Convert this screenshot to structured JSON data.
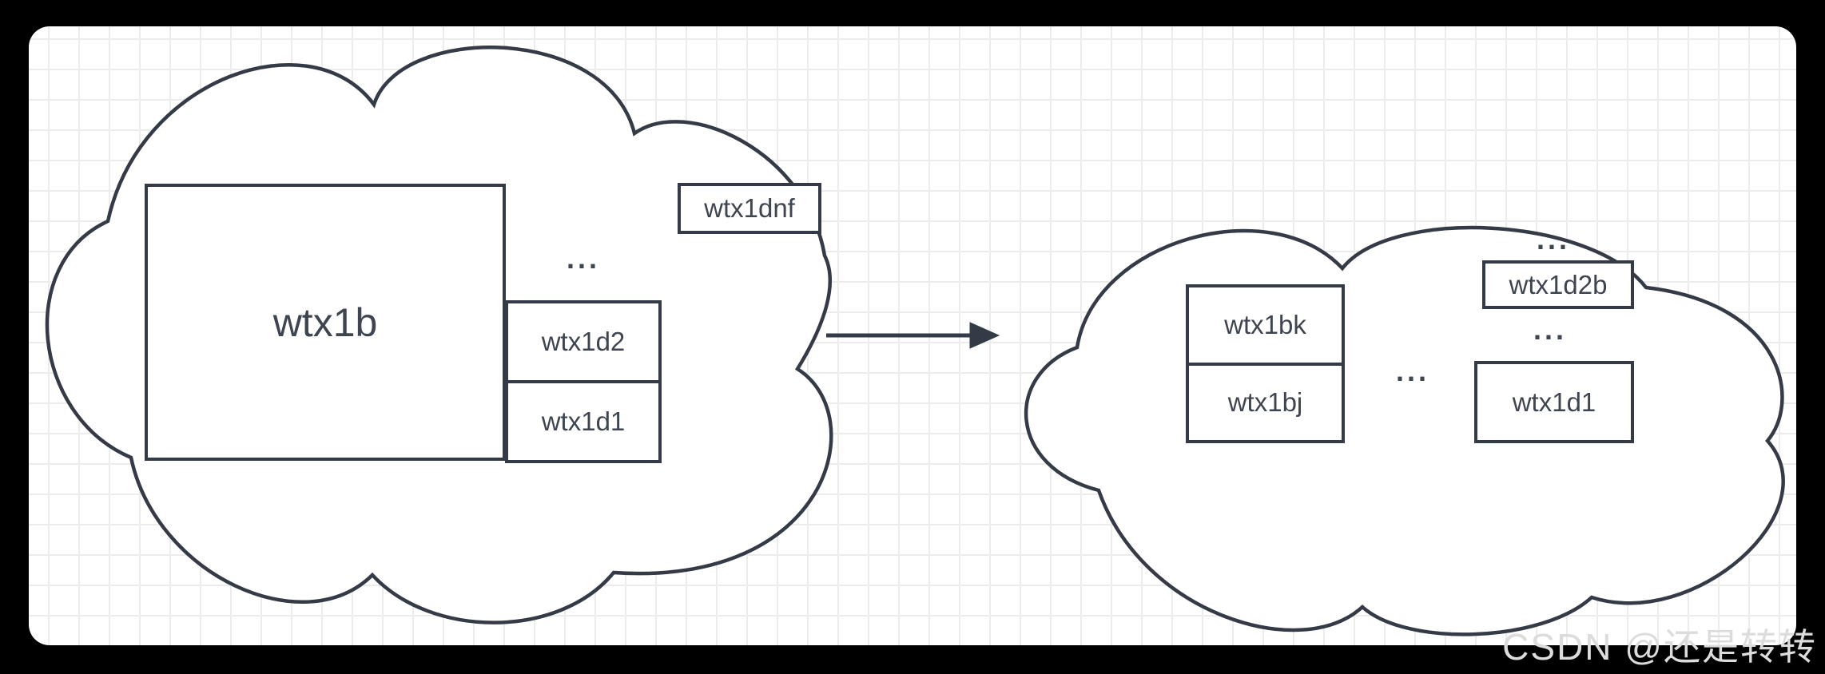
{
  "diagram": {
    "left_cloud": {
      "big_box_label": "wtx1b",
      "stack_labels": [
        "wtx1d2",
        "wtx1d1"
      ],
      "tag_label": "wtx1dnf",
      "ellipsis": "..."
    },
    "right_cloud": {
      "stack_labels": [
        "wtx1bk",
        "wtx1bj"
      ],
      "tag_label": "wtx1d2b",
      "box_label": "wtx1d1",
      "ellipsis_top": "...",
      "ellipsis_below_tag": "...",
      "ellipsis_center": "..."
    },
    "watermark": "CSDN @还是转转",
    "colors": {
      "stroke": "#353b46",
      "text": "#3f4550",
      "grid": "#ececec",
      "paper": "#ffffff",
      "frame": "#000000",
      "watermark": "#dcdcdc"
    }
  }
}
